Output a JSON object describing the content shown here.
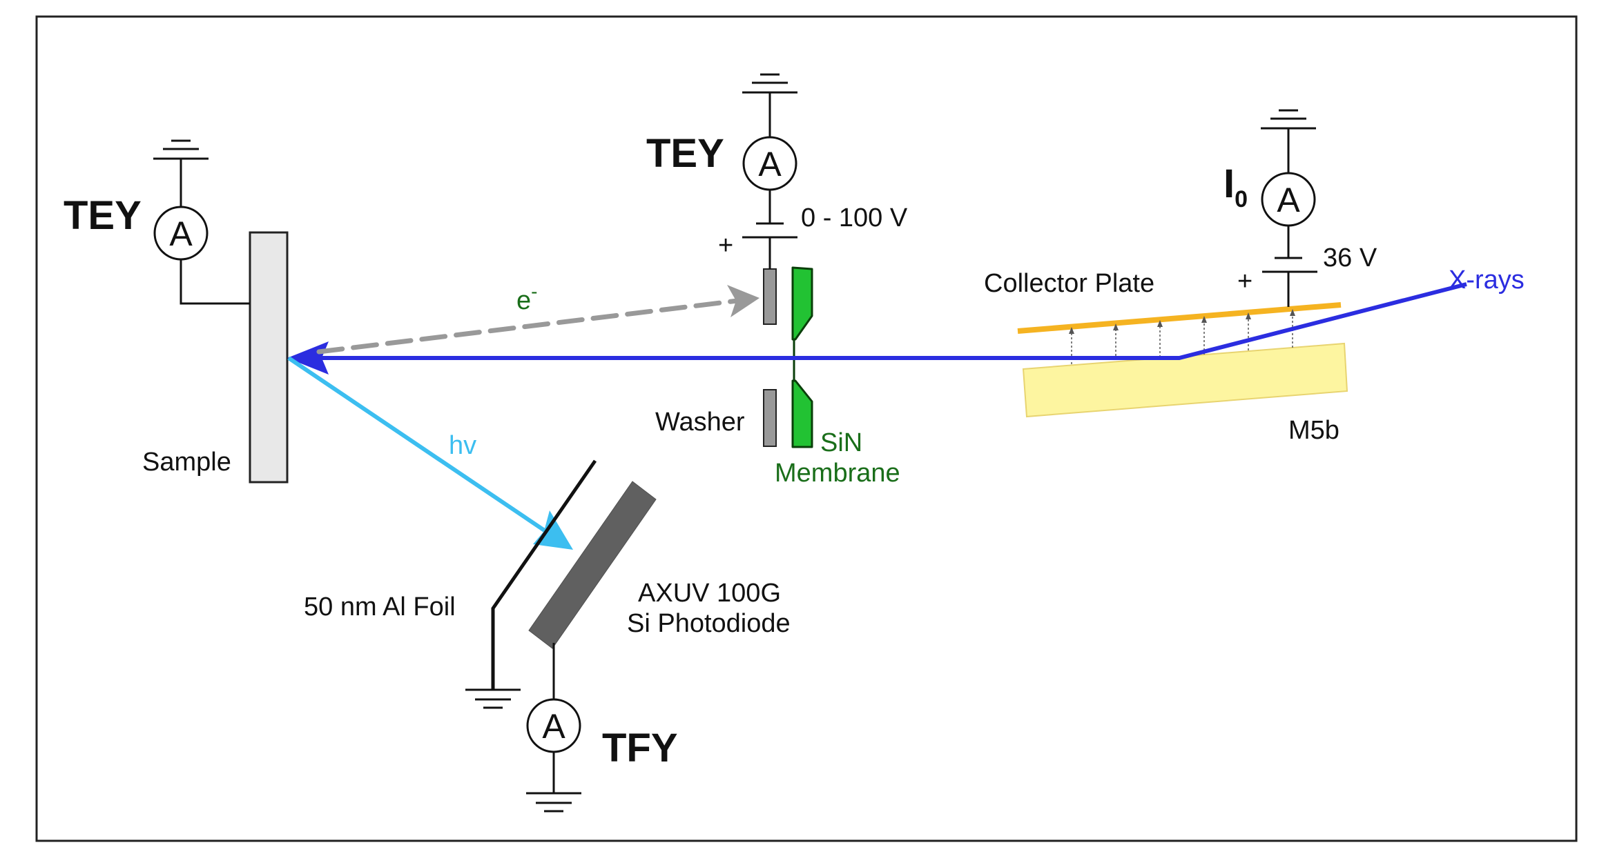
{
  "colors": {
    "xray": "#2b2de0",
    "photon": "#3cbef0",
    "electron": "#999999",
    "membrane": "#22c233",
    "membrane_text": "#1a6e1a",
    "collector": "#f5b321",
    "mirror": "#fdf5a0",
    "washer": "#999999",
    "sample": "#e8e8e8",
    "photodiode": "#606060"
  },
  "labels": {
    "tey_sample": "TEY",
    "tey_membrane": "TEY",
    "i0_main": "I",
    "i0_sub": "0",
    "tfy": "TFY",
    "meter": "A",
    "voltage_membrane": "0 - 100 V",
    "voltage_collector": "36 V",
    "plus": "+",
    "electron_base": "e",
    "electron_sup": "-",
    "photon": "hv",
    "xrays": "X-rays",
    "collector_plate": "Collector Plate",
    "mirror": "M5b",
    "washer": "Washer",
    "membrane_line1": "SiN",
    "membrane_line2": "Membrane",
    "sample": "Sample",
    "foil": "50 nm Al Foil",
    "photodiode_line1": "AXUV 100G",
    "photodiode_line2": "Si Photodiode"
  }
}
